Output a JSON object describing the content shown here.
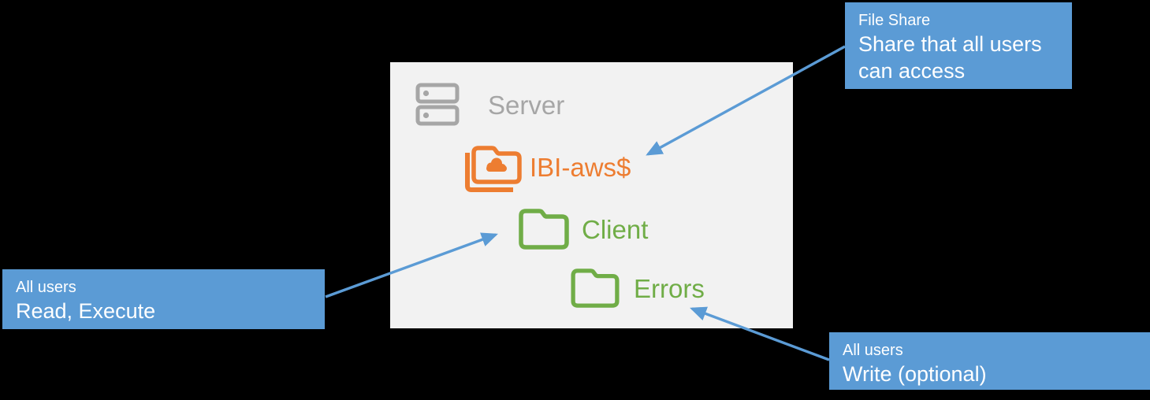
{
  "panel": {
    "server": {
      "label": "Server"
    },
    "file_share": {
      "label": "IBI-aws$"
    },
    "client": {
      "label": "Client"
    },
    "errors": {
      "label": "Errors"
    }
  },
  "callouts": {
    "file_share": {
      "title": "File Share",
      "body": "Share that all users can access"
    },
    "client_permissions": {
      "title": "All users",
      "body": "Read, Execute"
    },
    "errors_permissions": {
      "title": "All users",
      "body": "Write (optional)"
    }
  },
  "colors": {
    "background": "#000000",
    "panel_background": "#F2F2F2",
    "callout_blue": "#5B9BD5",
    "callout_text": "#FFFFFF",
    "arrow_blue": "#5B9BD5",
    "server_gray": "#A6A6A6",
    "share_orange": "#ED7D31",
    "folder_green": "#70AD47"
  }
}
